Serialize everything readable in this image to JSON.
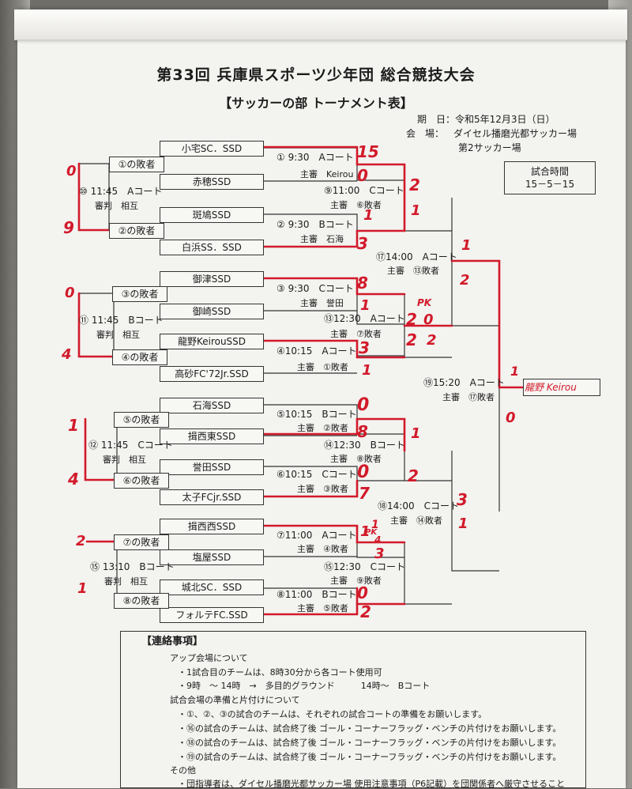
{
  "title": "第33回 兵庫県スポーツ少年団 総合競技大会",
  "subtitle": "【サッカーの部 トーナメント表】",
  "info": {
    "date_label": "期　日：",
    "date_value": "令和5年12月3日（日）",
    "venue_label": "会　場：",
    "venue_value": "ダイセル播磨光都サッカー場",
    "venue_value2": "第2サッカー場"
  },
  "match_time": {
    "label": "試合時間",
    "value": "15－5－15"
  },
  "teams": [
    "小宅SC．SSD",
    "赤穂SSD",
    "斑鳩SSD",
    "白浜SS．SSD",
    "御津SSD",
    "御崎SSD",
    "龍野KeirouSSD",
    "高砂FC'72Jr.SSD",
    "石海SSD",
    "揖西東SSD",
    "誉田SSD",
    "太子FCjr.SSD",
    "揖西西SSD",
    "塩屋SSD",
    "城北SC．SSD",
    "フォルテFC.SSD"
  ],
  "losers": [
    "①の敗者",
    "②の敗者",
    "③の敗者",
    "④の敗者",
    "⑤の敗者",
    "⑥の敗者",
    "⑦の敗者",
    "⑧の敗者"
  ],
  "matches": {
    "m1": {
      "time": "①  9:30　Aコート",
      "ref": "主審　Keirou"
    },
    "m2": {
      "time": "②  9:30　Bコート",
      "ref": "主審　石海"
    },
    "m3": {
      "time": "③  9:30　Cコート",
      "ref": "主審　誉田"
    },
    "m4": {
      "time": "④10:15　Aコート",
      "ref": "主審　①敗者"
    },
    "m5": {
      "time": "⑤10:15　Bコート",
      "ref": "主審　②敗者"
    },
    "m6": {
      "time": "⑥10:15　Cコート",
      "ref": "主審　③敗者"
    },
    "m7": {
      "time": "⑦11:00　Aコート",
      "ref": "主審　④敗者"
    },
    "m8": {
      "time": "⑧11:00　Bコート",
      "ref": "主審　⑤敗者"
    },
    "m9": {
      "time": "⑨11:00　Cコート",
      "ref": "主審　⑥敗者"
    },
    "m10": {
      "time": "⑩ 11:45　Aコート",
      "ref": "審判　相互"
    },
    "m11": {
      "time": "⑪ 11:45　Bコート",
      "ref": "審判　相互"
    },
    "m12": {
      "time": "⑫ 11:45　Cコート",
      "ref": "審判　相互"
    },
    "m13": {
      "time": "⑬12:30　Aコート",
      "ref": "主審　⑦敗者"
    },
    "m14": {
      "time": "⑭12:30　Bコート",
      "ref": "主審　⑧敗者"
    },
    "m15": {
      "time": "⑮ 13:10　Bコート",
      "ref": "審判　相互"
    },
    "m16": {
      "time": "⑮12:30　Cコート",
      "ref": "主審　⑨敗者"
    },
    "m17": {
      "time": "⑰14:00　Aコート",
      "ref": "主審　⑬敗者"
    },
    "m18": {
      "time": "⑱14:00　Cコート",
      "ref": "主審　⑭敗者"
    },
    "m19": {
      "time": "⑲15:20　Aコート",
      "ref": "主審　⑰敗者"
    }
  },
  "handwritten": {
    "s1": "15",
    "s2": "0",
    "s3": "1",
    "s4": "3",
    "s5": "8",
    "s6": "1",
    "s7": "3",
    "s8": "1",
    "s9": "0",
    "s10": "8",
    "s11": "0",
    "s12": "7",
    "s13": "1",
    "s14": "3",
    "s15": "0",
    "s16": "2",
    "r9a": "2",
    "r9b": "1",
    "r13a": "2",
    "r13b": "2",
    "pk13a": "PK",
    "pk13b": "0",
    "pk13c": "2",
    "r14a": "1",
    "r14b": "2",
    "r16a": "1",
    "r16b": "4",
    "pk16": "PK",
    "r17a": "1",
    "r17b": "2",
    "r18a": "3",
    "r18b": "1",
    "r19a": "1",
    "r19b": "0",
    "l10a": "0",
    "l10b": "9",
    "l11a": "0",
    "l11b": "4",
    "l12a": "1",
    "l12b": "4",
    "l15a": "2",
    "l15b": "1",
    "winner": "龍野 Keirou"
  },
  "notes": {
    "heading": "【連絡事項】",
    "lines": [
      "アップ会場について",
      "・1試合目のチームは、8時30分から各コート使用可",
      "・9時　～ 14時　→　多目的グラウンド　　　14時～　Bコート",
      "試合会場の準備と片付けについて",
      "・①、②、③の試合のチームは、それぞれの試合コートの準備をお願いします。",
      "・⑯の試合のチームは、試合終了後 ゴール・コーナーフラッグ・ベンチの片付けをお願いします。",
      "・⑱の試合のチームは、試合終了後 ゴール・コーナーフラッグ・ベンチの片付けをお願いします。",
      "・⑲の試合のチームは、試合終了後 ゴール・コーナーフラッグ・ベンチの片付けをお願いします。",
      "その他",
      "・団指導者は、ダイセル播磨光都サッカー場 使用注意事項（P6記載）を団関係者へ厳守させること"
    ]
  }
}
